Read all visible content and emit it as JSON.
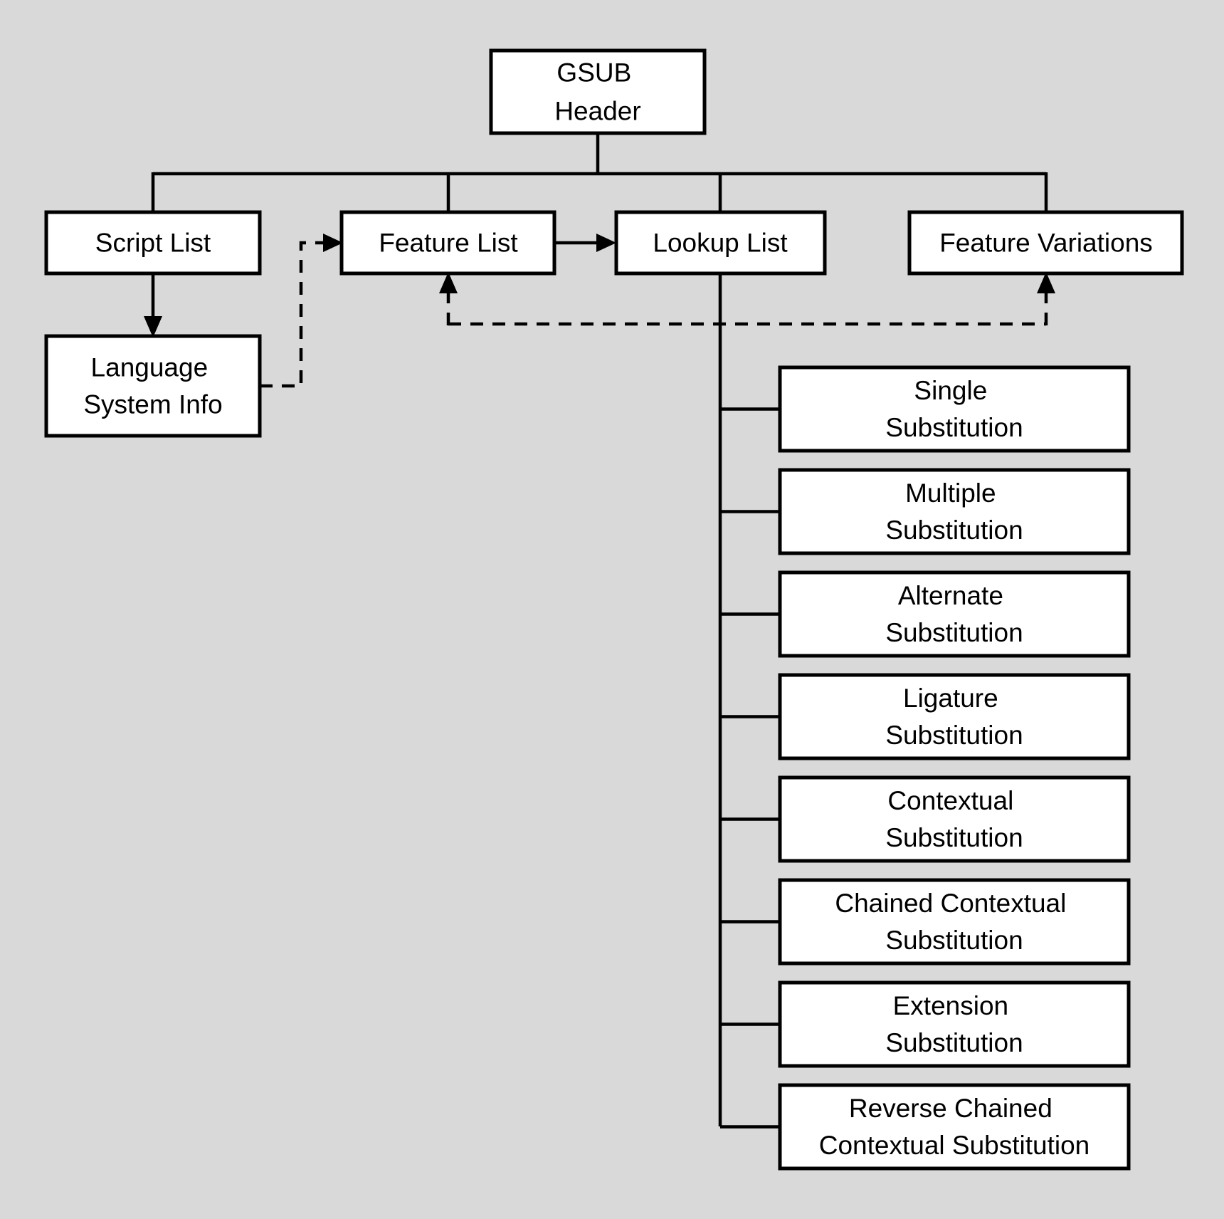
{
  "diagram": {
    "colors": {
      "background": "#d9d9d9",
      "box_fill": "#ffffff",
      "line": "#000000",
      "text": "#000000"
    },
    "nodes": {
      "gsub_header": {
        "line1": "GSUB",
        "line2": "Header"
      },
      "script_list": {
        "label": "Script List"
      },
      "feature_list": {
        "label": "Feature List"
      },
      "lookup_list": {
        "label": "Lookup List"
      },
      "feature_variations": {
        "label": "Feature Variations"
      },
      "language_system_info": {
        "line1": "Language",
        "line2": "System Info"
      },
      "lookup_types": [
        {
          "line1": "Single",
          "line2": "Substitution"
        },
        {
          "line1": "Multiple",
          "line2": "Substitution"
        },
        {
          "line1": "Alternate",
          "line2": "Substitution"
        },
        {
          "line1": "Ligature",
          "line2": "Substitution"
        },
        {
          "line1": "Contextual",
          "line2": "Substitution"
        },
        {
          "line1": "Chained Contextual",
          "line2": "Substitution"
        },
        {
          "line1": "Extension",
          "line2": "Substitution"
        },
        {
          "line1": "Reverse Chained",
          "line2": "Contextual Substitution"
        }
      ]
    }
  }
}
